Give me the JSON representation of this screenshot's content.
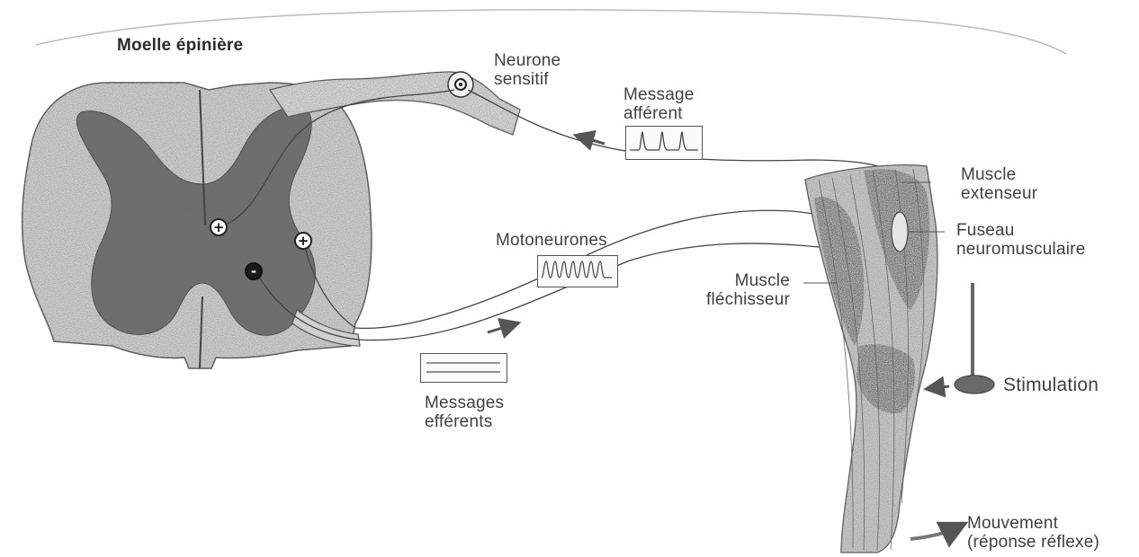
{
  "diagram": {
    "title": "Moelle épinière",
    "labels": {
      "neurone_sensitif": [
        "Neurone",
        "sensitif"
      ],
      "message_afferent": [
        "Message",
        "afférent"
      ],
      "motoneurones": "Motoneurones",
      "messages_efferents": [
        "Messages",
        "efférents"
      ],
      "muscle_extenseur": [
        "Muscle",
        "extenseur"
      ],
      "fuseau": [
        "Fuseau",
        "neuromusculaire"
      ],
      "muscle_flechisseur": [
        "Muscle",
        "fléchisseur"
      ],
      "stimulation": "Stimulation",
      "mouvement": [
        "Mouvement",
        "(réponse réflexe)"
      ]
    },
    "synapse_signs": [
      "+",
      "-",
      "+"
    ]
  }
}
